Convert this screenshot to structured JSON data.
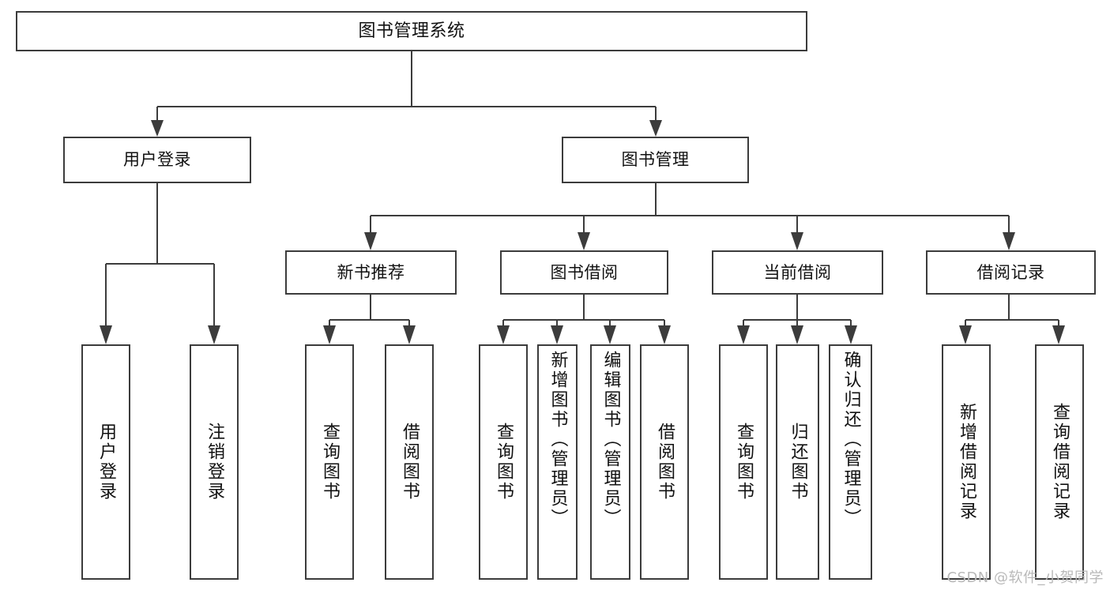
{
  "diagram": {
    "title": "图书管理系统",
    "type": "tree",
    "watermark": "CSDN @软件_小贺同学",
    "colors": {
      "box_border": "#3c3c3c",
      "box_fill": "#ffffff",
      "connector": "#3c3c3c",
      "text": "#111111",
      "watermark": "#b9b9b9",
      "background": "#ffffff"
    },
    "root": {
      "label": "图书管理系统"
    },
    "level1": [
      {
        "label": "用户登录"
      },
      {
        "label": "图书管理"
      }
    ],
    "level2": [
      {
        "label": "新书推荐"
      },
      {
        "label": "图书借阅"
      },
      {
        "label": "当前借阅"
      },
      {
        "label": "借阅记录"
      }
    ],
    "leaves": {
      "user_login": [
        {
          "label": "用户登录"
        },
        {
          "label": "注销登录"
        }
      ],
      "new_book": [
        {
          "label": "查询图书"
        },
        {
          "label": "借阅图书"
        }
      ],
      "borrow_book": [
        {
          "label": "查询图书"
        },
        {
          "label": "新增图书（管理员）"
        },
        {
          "label": "编辑图书（管理员）"
        },
        {
          "label": "借阅图书"
        }
      ],
      "current_borrow": [
        {
          "label": "查询图书"
        },
        {
          "label": "归还图书"
        },
        {
          "label": "确认归还（管理员）"
        }
      ],
      "borrow_record": [
        {
          "label": "新增借阅记录"
        },
        {
          "label": "查询借阅记录"
        }
      ]
    }
  }
}
